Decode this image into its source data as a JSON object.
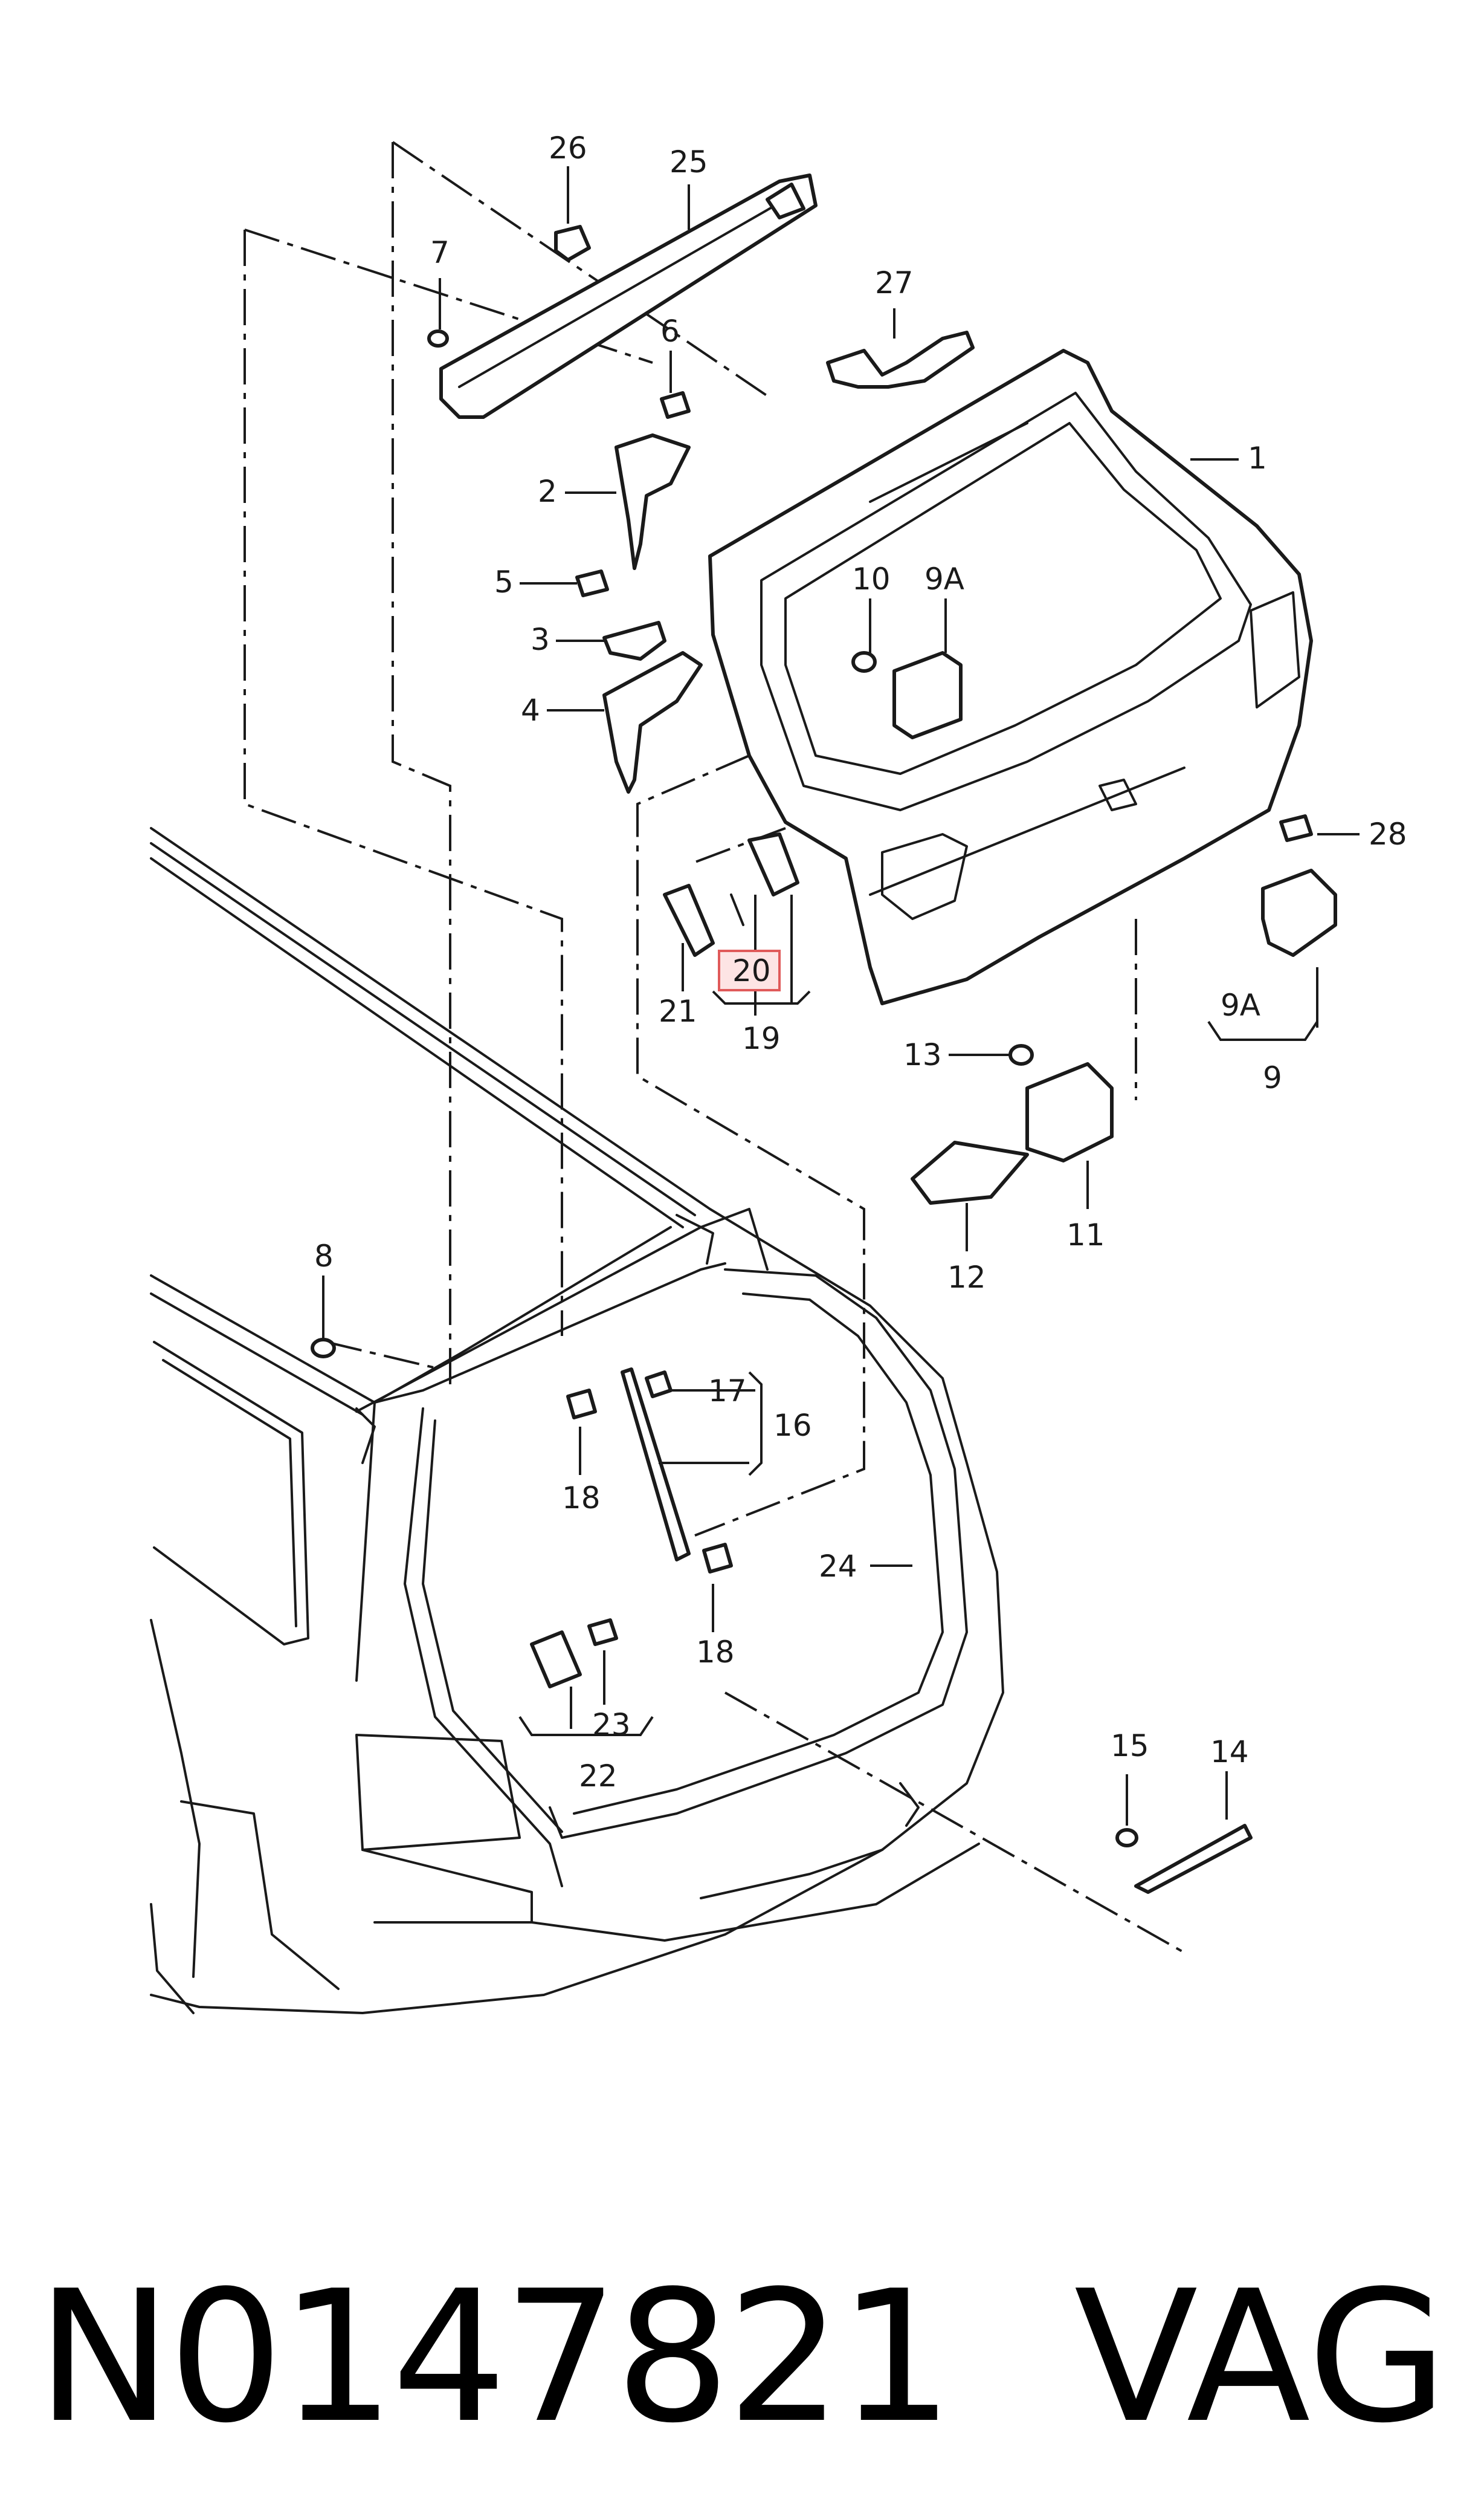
{
  "callouts": {
    "c1": "1",
    "c2": "2",
    "c3": "3",
    "c4": "4",
    "c5": "5",
    "c6": "6",
    "c7": "7",
    "c8": "8",
    "c9": "9",
    "c9a_top": "9A",
    "c9a_side": "9A",
    "c10": "10",
    "c11": "11",
    "c12": "12",
    "c13": "13",
    "c14": "14",
    "c15": "15",
    "c16": "16",
    "c17": "17",
    "c18_top": "18",
    "c18_bottom": "18",
    "c19": "19",
    "c20": "20",
    "c21": "21",
    "c22": "22",
    "c23": "23",
    "c24": "24",
    "c25": "25",
    "c26": "26",
    "c27": "27",
    "c28": "28"
  },
  "highlight_color": "#e05a5a",
  "footer": {
    "part_number": "N0147821",
    "brand": "VAG"
  }
}
